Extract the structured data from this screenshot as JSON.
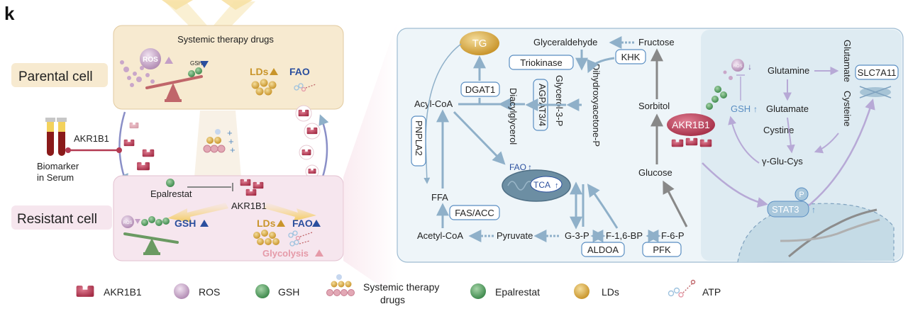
{
  "panel_letter": "k",
  "left": {
    "systemic_drugs": "Systemic therapy drugs",
    "parental_cell": "Parental cell",
    "resistant_cell": "Resistant cell",
    "ros": "ROS",
    "gsh": "GSH",
    "lds": "LDs",
    "fao": "FAO",
    "akr1b1": "AKR1B1",
    "biomarker_line1": "Biomarker",
    "biomarker_line2": "in Serum",
    "epalrestat": "Epalrestat",
    "glycolysis": "Glycolysis",
    "plus": "+"
  },
  "pathway": {
    "glyceraldehyde": "Glyceraldehyde",
    "fructose": "Fructose",
    "tg": "TG",
    "triokinase": "Triokinase",
    "khk": "KHK",
    "dgat1": "DGAT1",
    "acyl_coa": "Acyl-CoA",
    "agpat34": "AGPAT3/4",
    "glycerol3p": "Glycerol-3-P",
    "dhap": "Dihydroxyacetone-P",
    "diacylglycerol": "Diacylglycerol",
    "sorbitol": "Sorbitol",
    "akr1b1": "AKR1B1",
    "pnpla2": "PNPLA2",
    "fao": "FAO",
    "tca": "TCA",
    "glucose": "Glucose",
    "ffa": "FFA",
    "fas_acc": "FAS/ACC",
    "acetyl_coa": "Acetyl-CoA",
    "pyruvate": "Pyruvate",
    "g3p": "G-3-P",
    "f16bp": "F-1,6-BP",
    "f6p": "F-6-P",
    "aldoa": "ALDOA",
    "pfk": "PFK"
  },
  "nucleus": {
    "ros": "ROS",
    "gsh": "GSH",
    "glutamine": "Glutamine",
    "glutamate": "Glutamate",
    "glutamate_v": "Glutamate",
    "cysteine_v": "Cysteine",
    "slc7a11": "SLC7A11",
    "cystine": "Cystine",
    "gamma_glu_cys": "γ-Glu-Cys",
    "stat3": "STAT3",
    "p": "P"
  },
  "legend": {
    "akr1b1": "AKR1B1",
    "ros": "ROS",
    "gsh": "GSH",
    "drugs_line1": "Systemic therapy",
    "drugs_line2": "drugs",
    "epalrestat": "Epalrestat",
    "lds": "LDs",
    "atp": "ATP"
  },
  "colors": {
    "akr1b1": "#b33a52",
    "ros": "#c9a6c9",
    "gsh": "#4e9a5d",
    "lds": "#d5a53a",
    "fao_blue": "#2b4f9e",
    "arrow": "#8fb0c9",
    "parental_bg": "#f7ead0",
    "resistant_bg": "#f6e6ee",
    "pathway_bg": "#eef5f9"
  }
}
